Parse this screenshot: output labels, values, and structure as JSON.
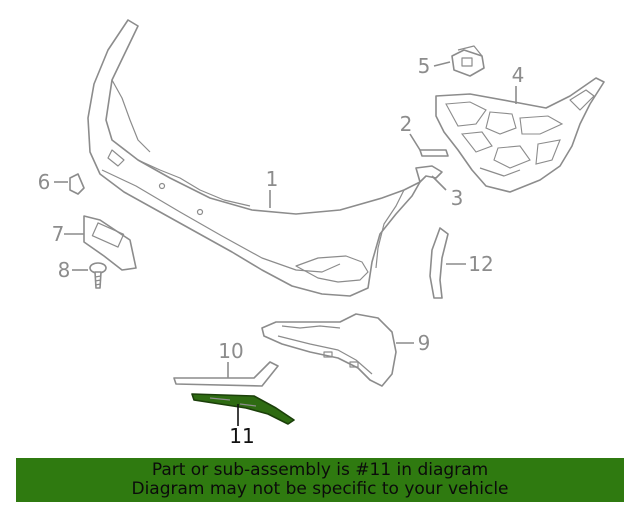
{
  "callouts": [
    {
      "id": "c1",
      "label": "1"
    },
    {
      "id": "c2",
      "label": "2"
    },
    {
      "id": "c3",
      "label": "3"
    },
    {
      "id": "c4",
      "label": "4"
    },
    {
      "id": "c5",
      "label": "5"
    },
    {
      "id": "c6",
      "label": "6"
    },
    {
      "id": "c7",
      "label": "7"
    },
    {
      "id": "c8",
      "label": "8"
    },
    {
      "id": "c9",
      "label": "9"
    },
    {
      "id": "c10",
      "label": "10"
    },
    {
      "id": "c11",
      "label": "11"
    },
    {
      "id": "c12",
      "label": "12"
    }
  ],
  "highlight": {
    "part": "11",
    "color": "#2e6b12"
  },
  "banner": {
    "line1": "Part or sub-assembly is #11 in diagram",
    "line2": "Diagram may not be specific to your vehicle",
    "background": "#2f7a10"
  }
}
